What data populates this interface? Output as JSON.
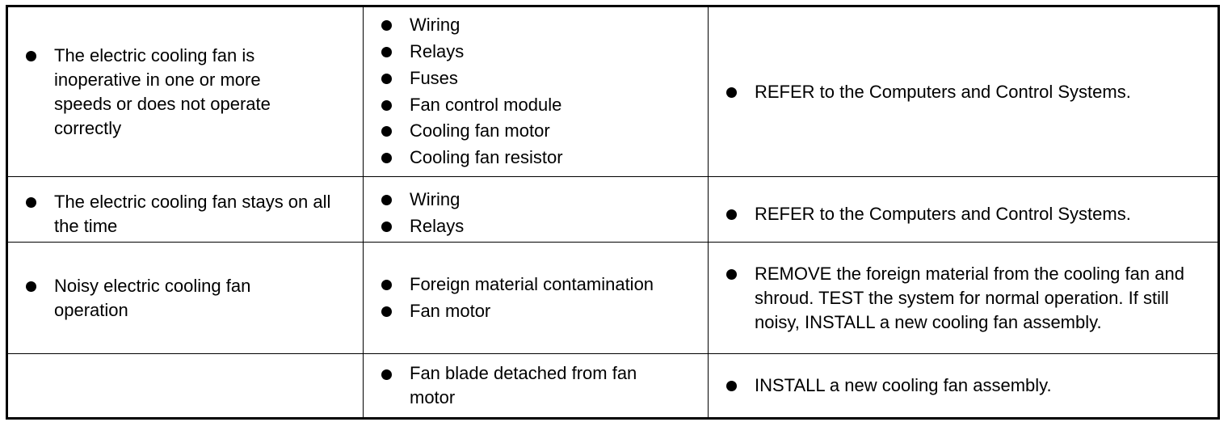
{
  "rows": [
    {
      "condition": [
        "The electric cooling fan is inoperative in one or more speeds or does not operate correctly"
      ],
      "sources": [
        "Wiring",
        "Relays",
        "Fuses",
        "Fan control module",
        "Cooling fan motor",
        "Cooling fan resistor"
      ],
      "actions": [
        "REFER to the Computers and Control Systems."
      ]
    },
    {
      "condition": [
        "The electric cooling fan stays on all the time"
      ],
      "sources": [
        "Wiring",
        "Relays"
      ],
      "actions": [
        "REFER to the Computers and Control Systems."
      ]
    },
    {
      "condition": [
        "Noisy electric cooling fan operation"
      ],
      "sources": [
        "Foreign material contamination",
        "Fan motor"
      ],
      "actions": [
        "REMOVE the foreign material from the cooling fan and shroud. TEST the system for normal operation. If still noisy, INSTALL a new cooling fan assembly."
      ]
    },
    {
      "condition": [],
      "sources": [
        "Fan blade detached from fan motor"
      ],
      "actions": [
        "INSTALL a new cooling fan assembly."
      ]
    }
  ]
}
